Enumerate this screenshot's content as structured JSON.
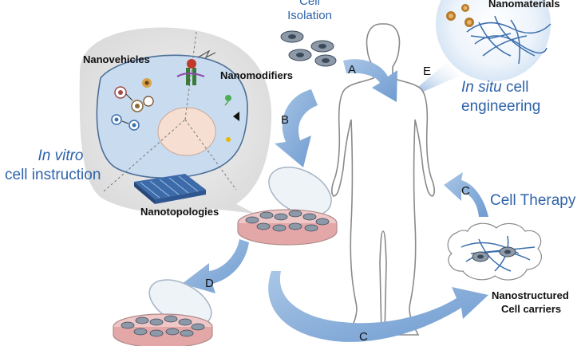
{
  "colors": {
    "arrow_blue": "#7ea7d6",
    "text_blue": "#2f63a9",
    "cell_fill": "#c9dbee",
    "nucleus_fill": "#f6dfd2",
    "dish_medium": "#efc7c7"
  },
  "labels": {
    "cell_isolation": [
      "Cell",
      "Isolation"
    ],
    "nanomaterials": "Nanomaterials",
    "nanovehicles": "Nanovehicles",
    "nanomodifiers": "Nanomodifiers",
    "nanotopologies": "Nanotopologies",
    "in_vitro": {
      "italic": "In vitro",
      "rest": "cell instruction"
    },
    "in_situ": {
      "italic": "In situ",
      "rest": " cell",
      "line2": "engineering"
    },
    "cell_therapy": "Cell Therapy",
    "carriers": [
      "Nanostructured",
      "Cell carriers"
    ]
  },
  "steps": {
    "a": "A",
    "b": "B",
    "c1": "C",
    "c2": "C",
    "d": "D",
    "e": "E"
  },
  "icons": [
    "human-silhouette",
    "cell-body",
    "petri-dish",
    "scaffold",
    "nanoparticle"
  ]
}
